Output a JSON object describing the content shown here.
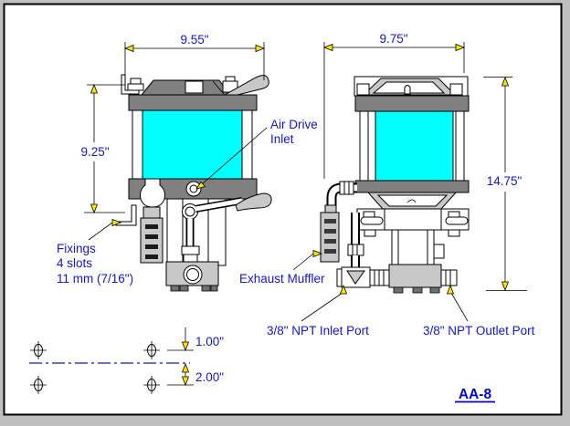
{
  "labels": {
    "air_drive_line1": "Air Drive",
    "air_drive_line2": "Inlet",
    "fixings_line1": "Fixings",
    "fixings_line2": "4 slots",
    "fixings_line3": "11 mm (7/16\")",
    "exhaust_muffler": "Exhaust Muffler",
    "inlet_port": "3/8\" NPT Inlet Port",
    "outlet_port": "3/8\" NPT Outlet Port"
  },
  "dimensions": {
    "front_width": "9.55\"",
    "front_body_height": "9.25\"",
    "side_width": "9.75\"",
    "overall_height": "14.75\"",
    "slot_row_offset_top": "1.00\"",
    "slot_row_offset_bottom": "2.00\""
  },
  "footer": {
    "model_link": "AA-8"
  },
  "colors": {
    "cylinder_cyan": "#00ffff",
    "band_gray": "#808080",
    "body_light_gray": "#c8c8c8",
    "label_blue": "#1414d2",
    "arrow_yellow": "#ffe400",
    "frame_gray": "#c0c0c0",
    "page_white": "#ffffff"
  }
}
